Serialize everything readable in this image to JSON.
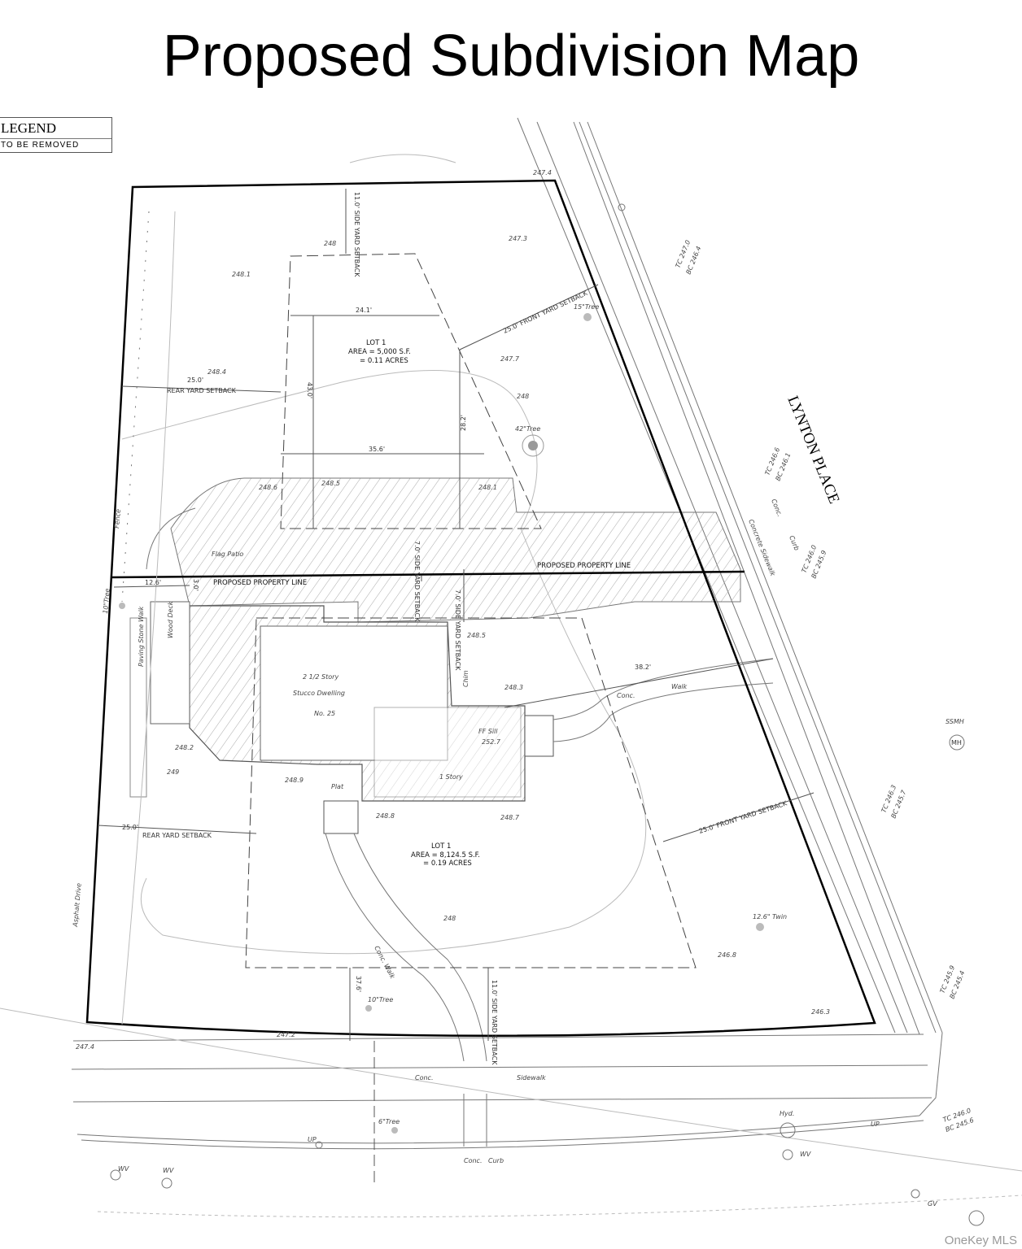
{
  "title": "Proposed Subdivision Map",
  "legend": {
    "title": "LEGEND",
    "item": "TO BE REMOVED"
  },
  "street": "LYNTON PLACE",
  "lot_north": {
    "line1": "LOT 1",
    "line2": "AREA = 5,000 S.F.",
    "line3": "= 0.11 ACRES"
  },
  "lot_south": {
    "line1": "LOT 1",
    "line2": "AREA = 8,124.5 S.F.",
    "line3": "= 0.19 ACRES"
  },
  "property_line": "PROPOSED PROPERTY LINE",
  "setbacks": {
    "side_11_top": [
      "11.0'",
      "SIDE YARD",
      "SETBACK"
    ],
    "front_25": [
      "25.0'",
      "FRONT YARD SETBACK"
    ],
    "rear_25": [
      "25.0'",
      "REAR YARD SETBACK"
    ],
    "side_7": [
      "7.0'",
      "SIDE YARD",
      "SETBACK"
    ],
    "side_11_bottom": [
      "11.0'",
      "SIDE YARD",
      "SETBACK"
    ]
  },
  "dimensions": {
    "d24_1": "24.1'",
    "d43_0": "43.0'",
    "d35_6": "35.6'",
    "d28_2": "28.2'",
    "d12_6": "12.6'",
    "d3_0": "3.0'",
    "d38_2": "38.2'",
    "d37_6": "37.6'"
  },
  "features": {
    "dwelling": [
      "2 1/2 Story",
      "Stucco Dwelling",
      "No. 25"
    ],
    "chim": "Chim",
    "ff_sill": "FF Sill",
    "ff_elev": "252.7",
    "one_story": "1 Story",
    "plat": "Plat",
    "flag_patio": "Flag Patio",
    "wood_deck": "Wood Deck",
    "paving_walk": "Paving Stone Walk",
    "conc_walk": "Conc. Walk",
    "conc": "Conc.",
    "walk": "Walk",
    "sidewalk": "Sidewalk",
    "curb": "Curb",
    "concrete_sidewalk": "Concrete Sidewalk",
    "fence": "Fence",
    "asphalt_drive": "Asphalt Drive",
    "tree15": "15\"Tree",
    "tree42": "42\"Tree",
    "tree10": "10\"Tree",
    "tree10b": "10\"Tree",
    "twin": "12.6\" Twin",
    "tree6": "6\"Tree",
    "hyd": "Hyd.",
    "ssmh": "SSMH",
    "mh": "MH",
    "up": "UP",
    "wv": "WV",
    "gv": "GV"
  },
  "elevations": [
    "247.4",
    "247.3",
    "248.1",
    "248.4",
    "247.7",
    "248",
    "248.6",
    "248.5",
    "248.1",
    "248.5",
    "248.3",
    "248.2",
    "248.9",
    "248.8",
    "248.7",
    "249",
    "248",
    "246.8",
    "246.3",
    "247.2",
    "247.4",
    "248"
  ],
  "curb_elevations": [
    "TC 247.0",
    "BC 246.4",
    "TC 246.6",
    "BC 246.1",
    "TC 246.0",
    "BC 245.9",
    "TC 246.3",
    "BC 245.7",
    "TC 245.9",
    "BC 245.4",
    "TC 246.0",
    "BC 245.6"
  ],
  "watermark": "OneKey MLS"
}
